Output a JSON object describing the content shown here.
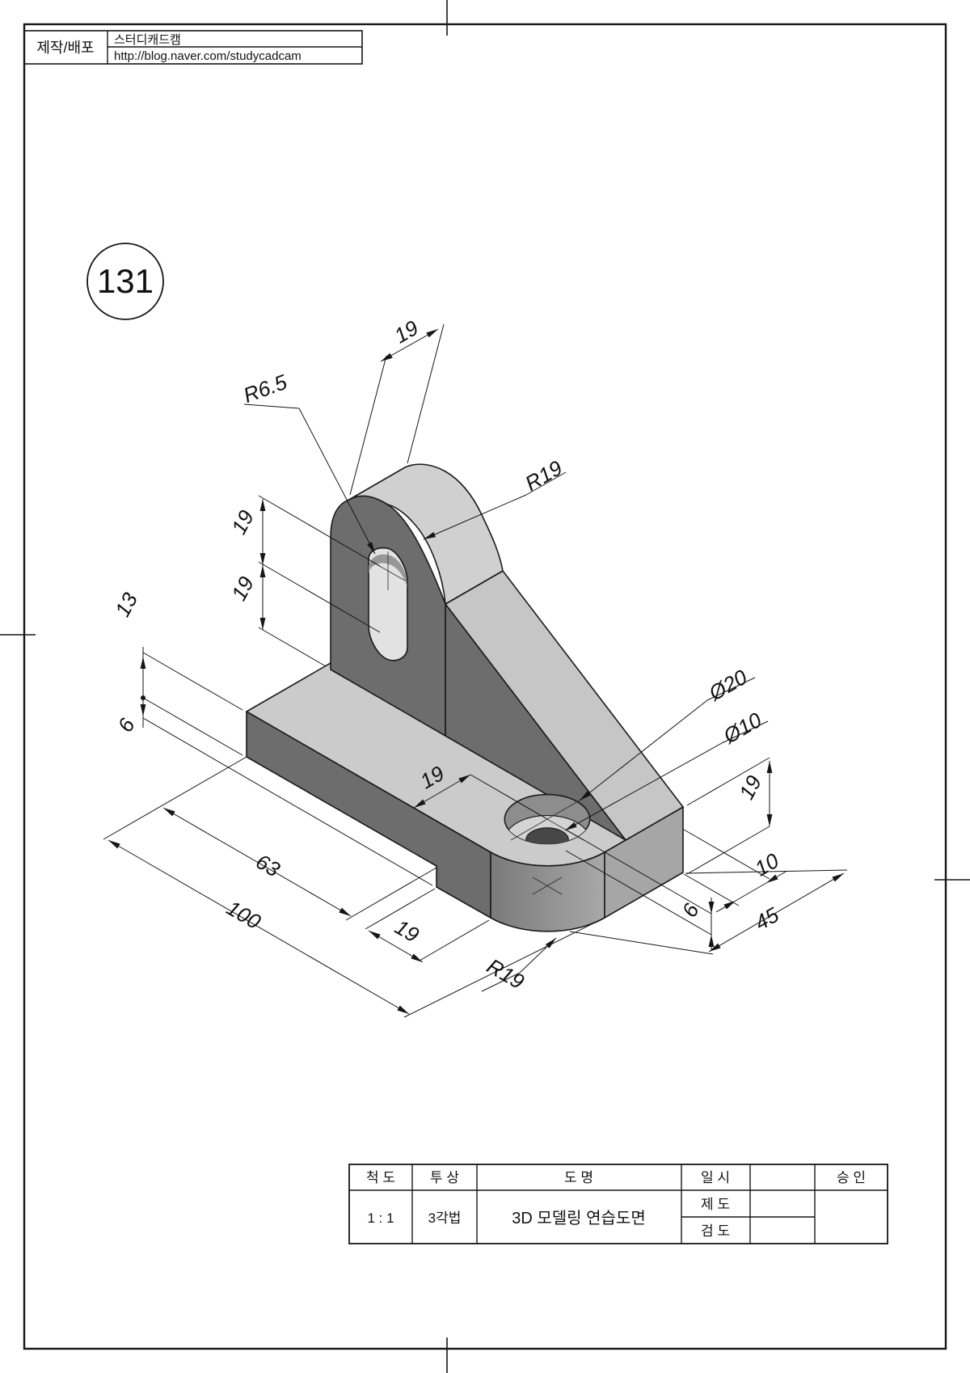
{
  "colors": {
    "line": "#1a1a1a",
    "face_top": "#cbcbcb",
    "face_front": "#6d6d6d",
    "face_side": "#a6a6a6",
    "face_slope": "#c6c6c6",
    "background": "#ffffff"
  },
  "header": {
    "label": "제작/배포",
    "studio": "스터디캐드캠",
    "url": "http://blog.naver.com/studycadcam"
  },
  "drawing_number": "131",
  "annotations": {
    "lug_width": "19",
    "slot_radius": "R6.5",
    "lug_radius": "R19",
    "slot_upper": "19",
    "slot_lower": "19",
    "base_thickness": "13",
    "step_height": "6",
    "length_partial": "63",
    "length_total": "100",
    "hole_offset": "19",
    "counterbore_dia": "Ø20",
    "hole_dia": "Ø10",
    "end_height": "19",
    "offset_10": "10",
    "counterbore_depth": "6",
    "width_total": "45",
    "step_length": "19",
    "corner_radius": "R19"
  },
  "title_block": {
    "scale_label": "척 도",
    "projection_label": "투 상",
    "name_label": "도  명",
    "date_label": "일 시",
    "approval_label": "승 인",
    "scale_value": "1 : 1",
    "projection_value": "3각법",
    "drawing_name": "3D 모델링 연습도면",
    "draft_label": "제 도",
    "check_label": "검 도"
  }
}
